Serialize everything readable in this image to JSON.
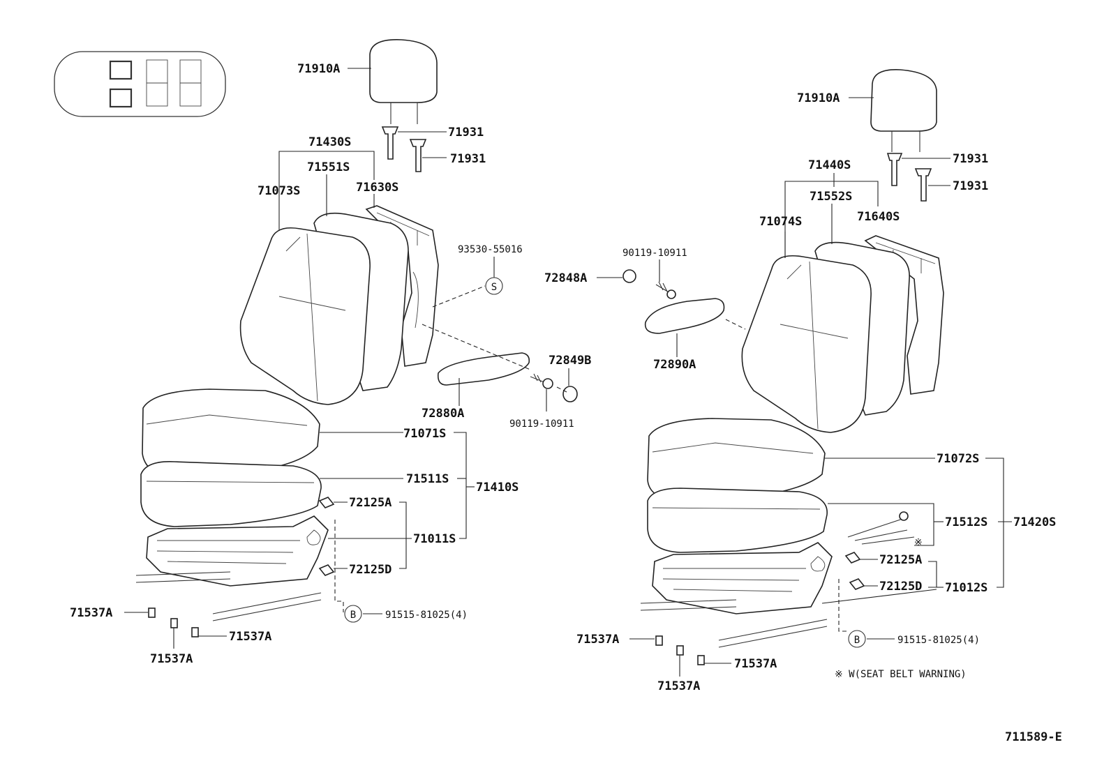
{
  "diagram": {
    "doc_code": "711589-E",
    "note": "※ W(SEAT BELT WARNING)",
    "markers": {
      "s": "S",
      "b": "B"
    },
    "left_seat": {
      "headrest": "71910A",
      "headrest_guide_1": "71931",
      "headrest_guide_2": "71931",
      "back_assy": "71430S",
      "back_pad": "71551S",
      "back_cover": "71073S",
      "back_frame": "71630S",
      "bolt_s": "93530-55016",
      "armrest": "72880A",
      "armrest_cap": "72849B",
      "armrest_bolt": "90119-10911",
      "cushion_cover": "71071S",
      "cushion_pad": "71511S",
      "cushion_assy": "71410S",
      "clip_a": "72125A",
      "adjuster": "71011S",
      "clip_d": "72125D",
      "cover_1": "71537A",
      "cover_2": "71537A",
      "cover_3": "71537A",
      "bolt_b": "91515-81025(4)"
    },
    "right_seat": {
      "headrest": "71910A",
      "headrest_guide_1": "71931",
      "headrest_guide_2": "71931",
      "back_assy": "71440S",
      "back_pad": "71552S",
      "back_cover": "71074S",
      "back_frame": "71640S",
      "armrest_bolt": "90119-10911",
      "armrest_cap": "72848A",
      "armrest": "72890A",
      "cushion_cover": "71072S",
      "cushion_pad": "71512S",
      "cushion_assy": "71420S",
      "clip_a": "72125A",
      "clip_d": "72125D",
      "adjuster": "71012S",
      "cover_1": "71537A",
      "cover_2": "71537A",
      "cover_3": "71537A",
      "bolt_b": "91515-81025(4)"
    }
  }
}
